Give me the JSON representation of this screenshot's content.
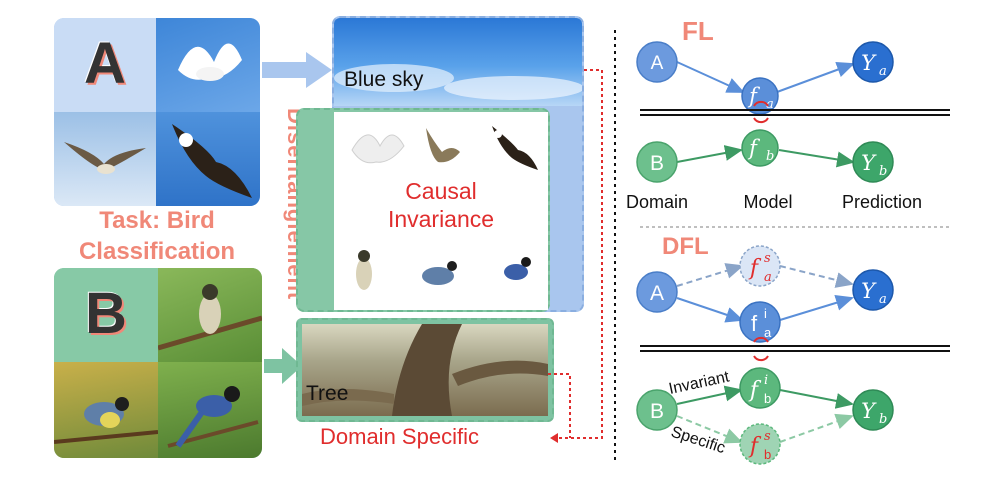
{
  "left": {
    "panel_a_letter": "A",
    "panel_b_letter": "B",
    "task_line1": "Task: Bird",
    "task_line2": "Classification",
    "disentanglement": "Disentanglement"
  },
  "middle": {
    "blue_sky": "Blue sky",
    "causal_line1": "Causal",
    "causal_line2": "Invariance",
    "tree": "Tree",
    "domain_specific": "Domain Specific"
  },
  "fl": {
    "title": "FL",
    "node_a": "A",
    "node_b": "B",
    "f_a": "f",
    "f_a_sub": "a",
    "f_b": "f",
    "f_b_sub": "b",
    "y_a": "Y",
    "y_a_sub": "a",
    "y_b": "Y",
    "y_b_sub": "b",
    "label_domain": "Domain",
    "label_model": "Model",
    "label_prediction": "Prediction"
  },
  "dfl": {
    "title": "DFL",
    "node_a": "A",
    "node_b": "B",
    "fas": "f",
    "fas_sup": "s",
    "fas_sub": "a",
    "fai": "f",
    "fai_sup": "i",
    "fai_sub": "a",
    "fbi": "f",
    "fbi_sup": "i",
    "fbi_sub": "b",
    "fbs": "f",
    "fbs_sup": "s",
    "fbs_sub": "b",
    "y_a": "Y",
    "y_a_sub": "a",
    "y_b": "Y",
    "y_b_sub": "b",
    "label_invariant": "Invariant",
    "label_specific": "Specific"
  },
  "colors": {
    "blue_node": "#5b8fd9",
    "blue_dark": "#2a6fd0",
    "green_node": "#5cb87d",
    "green_dark": "#3d9a63",
    "salmon": "#f08878",
    "red": "#e02d2d",
    "panel_blue": "#a9c6ee",
    "panel_green": "#7ec3a2"
  },
  "icons": [
    "white-dove-image",
    "flying-gull-image",
    "bald-eagle-image",
    "bulbul-image",
    "great-tit-image",
    "blue-magpie-image",
    "blue-sky-image",
    "tree-trunk-image"
  ]
}
